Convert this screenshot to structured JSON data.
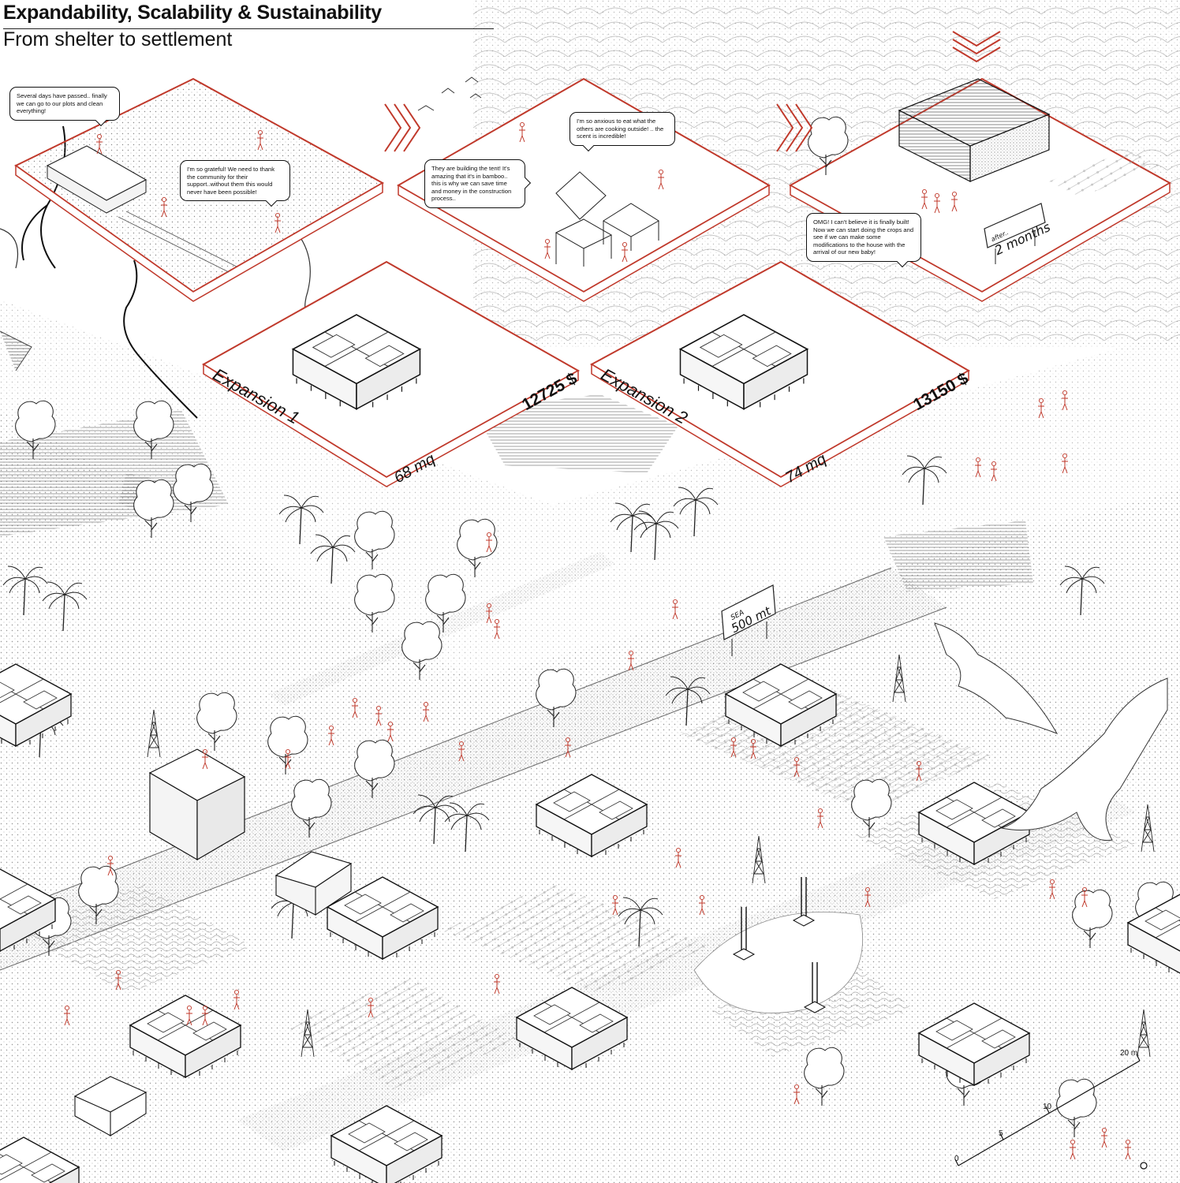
{
  "header": {
    "title": "Expandability, Scalability & Sustainability",
    "subtitle": "From shelter to settlement"
  },
  "bubbles": {
    "b1": "Several days have passed.. finally we can go to our plots and clean everything!",
    "b2": "I'm so grateful! We need to thank the community for their support..without them this would never have been possible!",
    "b3": "They are building the tent! It's amazing that it's in bamboo.. this is why we can save time and money in the construction process..",
    "b4": "I'm so anxious to eat what the others are cooking outside! .. the scent is incredible!",
    "b5": "OMG! I can't believe it is finally built! Now we can start doing the crops and see if we can make some modifications to the house with the arrival of our new baby!"
  },
  "expansion1": {
    "label": "Expansion 1",
    "cost": "12725 $",
    "area": "68 mq"
  },
  "expansion2": {
    "label": "Expansion 2",
    "cost": "13150 $",
    "area": "74 mq"
  },
  "signs": {
    "months_small": "after..",
    "months_big": "2 months",
    "sea_small": "SEA",
    "sea_big": "500 mt"
  },
  "scale_bar": {
    "label_top": "20 m",
    "label_10": "10",
    "label_5": "5",
    "label_0": "0"
  },
  "colors": {
    "accent": "#c0392b",
    "ink": "#111111",
    "stipple": "#9a9a9a"
  }
}
